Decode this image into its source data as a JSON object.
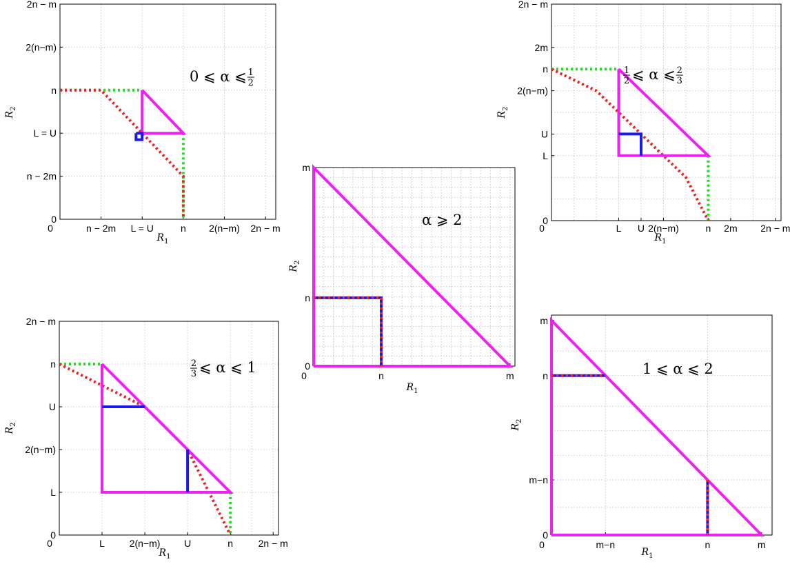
{
  "chart_data": [
    {
      "id": "panel-a",
      "type": "line",
      "xlabel": "R_1",
      "ylabel": "R_2",
      "annotation": "0 ⩽ α ⩽ 1/2",
      "xlim": [
        0,
        5.25
      ],
      "ylim": [
        0,
        5
      ],
      "x_ticks": [
        {
          "value": 0,
          "label": "0"
        },
        {
          "value": 1,
          "label": "n − 2m"
        },
        {
          "value": 2,
          "label": "L = U"
        },
        {
          "value": 3,
          "label": "n"
        },
        {
          "value": 4,
          "label": "2(n−m)"
        },
        {
          "value": 5,
          "label": "2n − m"
        }
      ],
      "y_ticks": [
        {
          "value": 0,
          "label": "0"
        },
        {
          "value": 1,
          "label": "n − 2m"
        },
        {
          "value": 2,
          "label": "L = U"
        },
        {
          "value": 3,
          "label": "n"
        },
        {
          "value": 4,
          "label": "2(n−m)"
        },
        {
          "value": 5,
          "label": "2n − m"
        }
      ],
      "series": [
        {
          "style": "green-dotted",
          "color": "#22dd22",
          "x": [
            0,
            2
          ],
          "y": [
            3,
            3
          ]
        },
        {
          "style": "green-dotted",
          "color": "#22dd22",
          "x": [
            3,
            3
          ],
          "y": [
            2,
            0
          ]
        },
        {
          "style": "red-dotted",
          "color": "#ee2222",
          "x": [
            0,
            1,
            2,
            3,
            3
          ],
          "y": [
            3,
            3,
            2,
            1,
            0
          ]
        },
        {
          "style": "magenta",
          "color": "#ee22ee",
          "x": [
            2,
            2,
            3,
            2
          ],
          "y": [
            3,
            2,
            2,
            3
          ]
        },
        {
          "style": "blue",
          "color": "#1a1aee",
          "x": [
            1.85,
            2,
            2,
            1.85,
            1.85
          ],
          "y": [
            2,
            2,
            1.85,
            1.85,
            2
          ]
        }
      ]
    },
    {
      "id": "panel-b",
      "type": "line",
      "xlabel": "R_1",
      "ylabel": "R_2",
      "annotation": "1/2 ⩽ α ⩽ 2/3",
      "xlim": [
        0,
        10.25
      ],
      "ylim": [
        0,
        10
      ],
      "x_ticks": [
        {
          "value": 0,
          "label": "0"
        },
        {
          "value": 3,
          "label": "L"
        },
        {
          "value": 4,
          "label": "U"
        },
        {
          "value": 5,
          "label": "2(n−m)"
        },
        {
          "value": 7,
          "label": "n"
        },
        {
          "value": 8,
          "label": "2m"
        },
        {
          "value": 10,
          "label": "2n − m"
        }
      ],
      "y_ticks": [
        {
          "value": 0,
          "label": "0"
        },
        {
          "value": 3,
          "label": "L"
        },
        {
          "value": 4,
          "label": "U"
        },
        {
          "value": 6,
          "label": "2(n−m)"
        },
        {
          "value": 7,
          "label": "n"
        },
        {
          "value": 8,
          "label": "2m"
        },
        {
          "value": 10,
          "label": "2n − m"
        }
      ],
      "series": [
        {
          "style": "green-dotted",
          "color": "#22dd22",
          "x": [
            0,
            3
          ],
          "y": [
            7,
            7
          ]
        },
        {
          "style": "green-dotted",
          "color": "#22dd22",
          "x": [
            7,
            7
          ],
          "y": [
            3,
            0
          ]
        },
        {
          "style": "red-dotted",
          "color": "#ee2222",
          "x": [
            0,
            2,
            3,
            5,
            6,
            7
          ],
          "y": [
            7,
            6,
            5,
            3,
            2,
            0
          ]
        },
        {
          "style": "magenta",
          "color": "#ee22ee",
          "x": [
            3,
            3,
            7,
            3
          ],
          "y": [
            7,
            3,
            3,
            7
          ]
        },
        {
          "style": "blue",
          "color": "#1a1aee",
          "x": [
            3,
            4,
            4
          ],
          "y": [
            4,
            4,
            3
          ]
        }
      ]
    },
    {
      "id": "panel-c",
      "type": "line",
      "xlabel": "R_1",
      "ylabel": "R_2",
      "annotation": "α ⩾ 2",
      "xlim": [
        0,
        2.05
      ],
      "ylim": [
        0,
        2
      ],
      "x_ticks": [
        {
          "value": 0,
          "label": "0"
        },
        {
          "value": 0.688,
          "label": "n"
        },
        {
          "value": 2,
          "label": "m"
        }
      ],
      "y_ticks": [
        {
          "value": 0,
          "label": "0"
        },
        {
          "value": 0.688,
          "label": "n"
        },
        {
          "value": 2,
          "label": "m"
        }
      ],
      "series": [
        {
          "style": "magenta",
          "color": "#ee22ee",
          "x": [
            0,
            0,
            2,
            0
          ],
          "y": [
            0,
            2,
            0,
            0
          ]
        },
        {
          "style": "blue",
          "color": "#1a1aee",
          "x": [
            0,
            0.688,
            0.688
          ],
          "y": [
            0.688,
            0.688,
            0
          ]
        },
        {
          "style": "red-dotted",
          "color": "#ee2222",
          "x": [
            0,
            0.688,
            0.688
          ],
          "y": [
            0.688,
            0.688,
            0
          ]
        }
      ]
    },
    {
      "id": "panel-d",
      "type": "line",
      "xlabel": "R_1",
      "ylabel": "R_2",
      "annotation": "2/3 ⩽ α ⩽ 1",
      "xlim": [
        0,
        10.25
      ],
      "ylim": [
        0,
        10
      ],
      "x_ticks": [
        {
          "value": 0,
          "label": "0"
        },
        {
          "value": 2,
          "label": "L"
        },
        {
          "value": 4,
          "label": "2(n−m)"
        },
        {
          "value": 6,
          "label": "U"
        },
        {
          "value": 8,
          "label": "n"
        },
        {
          "value": 10,
          "label": "2n − m"
        }
      ],
      "y_ticks": [
        {
          "value": 0,
          "label": "0"
        },
        {
          "value": 2,
          "label": "L"
        },
        {
          "value": 4,
          "label": "2(n−m)"
        },
        {
          "value": 6,
          "label": "U"
        },
        {
          "value": 8,
          "label": "n"
        },
        {
          "value": 10,
          "label": "2n − m"
        }
      ],
      "series": [
        {
          "style": "green-dotted",
          "color": "#22dd22",
          "x": [
            0,
            2
          ],
          "y": [
            8,
            8
          ]
        },
        {
          "style": "green-dotted",
          "color": "#22dd22",
          "x": [
            8,
            8
          ],
          "y": [
            2,
            0
          ]
        },
        {
          "style": "red-dotted",
          "color": "#ee2222",
          "x": [
            0,
            4,
            6,
            7,
            8
          ],
          "y": [
            8,
            6,
            4,
            2,
            0
          ]
        },
        {
          "style": "magenta",
          "color": "#ee22ee",
          "x": [
            2,
            2,
            8,
            2
          ],
          "y": [
            8,
            2,
            2,
            8
          ]
        },
        {
          "style": "blue",
          "color": "#1a1aee",
          "x": [
            2,
            4
          ],
          "y": [
            6,
            6
          ]
        },
        {
          "style": "blue",
          "color": "#1a1aee",
          "x": [
            6,
            6
          ],
          "y": [
            4,
            2
          ]
        }
      ]
    },
    {
      "id": "panel-e",
      "type": "line",
      "xlabel": "R_1",
      "ylabel": "R_2",
      "annotation": "1 ⩽ α ⩽ 2",
      "xlim": [
        0,
        1.05
      ],
      "ylim": [
        0,
        1.025
      ],
      "x_ticks": [
        {
          "value": 0,
          "label": "0"
        },
        {
          "value": 0.257,
          "label": "m−n"
        },
        {
          "value": 0.743,
          "label": "n"
        },
        {
          "value": 1,
          "label": "m"
        }
      ],
      "y_ticks": [
        {
          "value": 0,
          "label": "0"
        },
        {
          "value": 0.257,
          "label": "m−n"
        },
        {
          "value": 0.743,
          "label": "n"
        },
        {
          "value": 1,
          "label": "m"
        }
      ],
      "series": [
        {
          "style": "magenta",
          "color": "#ee22ee",
          "x": [
            0,
            0,
            1,
            0
          ],
          "y": [
            0,
            1,
            0,
            0
          ]
        },
        {
          "style": "blue",
          "color": "#1a1aee",
          "x": [
            0,
            0.257
          ],
          "y": [
            0.743,
            0.743
          ]
        },
        {
          "style": "red-dotted",
          "color": "#ee2222",
          "x": [
            0,
            0.257
          ],
          "y": [
            0.743,
            0.743
          ]
        },
        {
          "style": "blue",
          "color": "#1a1aee",
          "x": [
            0.743,
            0.743
          ],
          "y": [
            0.257,
            0
          ]
        },
        {
          "style": "red-dotted",
          "color": "#ee2222",
          "x": [
            0.743,
            0.743
          ],
          "y": [
            0.257,
            0
          ]
        }
      ]
    }
  ]
}
